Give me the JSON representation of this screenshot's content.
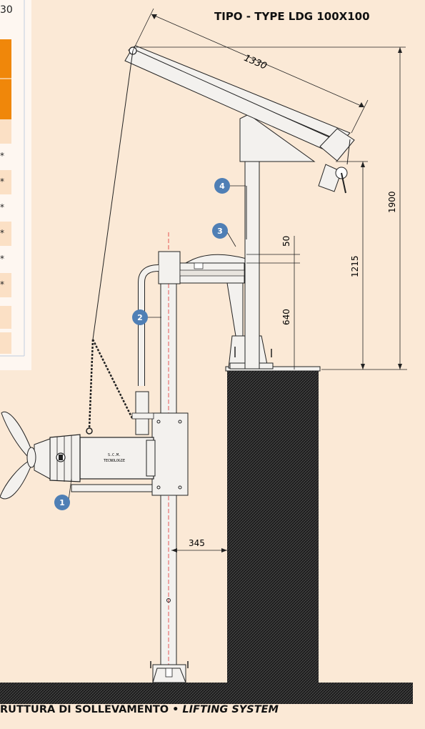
{
  "title": "TIPO - TYPE LDG 100X100",
  "footer": {
    "text_a": "RUTTURA DI SOLLEVAMENTO • ",
    "text_b": "LIFTING SYSTEM"
  },
  "table_fragment": {
    "number": "30",
    "marks": [
      "*",
      "*",
      "*",
      "*",
      "*",
      "*"
    ]
  },
  "dimensions": {
    "arm": "1330",
    "total_height": "1900",
    "mast_height": "1215",
    "gap": "50",
    "bracket_height": "640",
    "offset": "345"
  },
  "motor_label": {
    "line1": "S.C.M.",
    "line2": "TECNOLOGIE"
  },
  "callouts": [
    {
      "label": "1"
    },
    {
      "label": "2"
    },
    {
      "label": "3"
    },
    {
      "label": "4"
    }
  ],
  "colors": {
    "background": "#fbe9d6",
    "accent_orange": "#f0870a",
    "callout_blue": "#4f7fb5",
    "metal": "#f3f1ee",
    "ink": "#222222"
  }
}
